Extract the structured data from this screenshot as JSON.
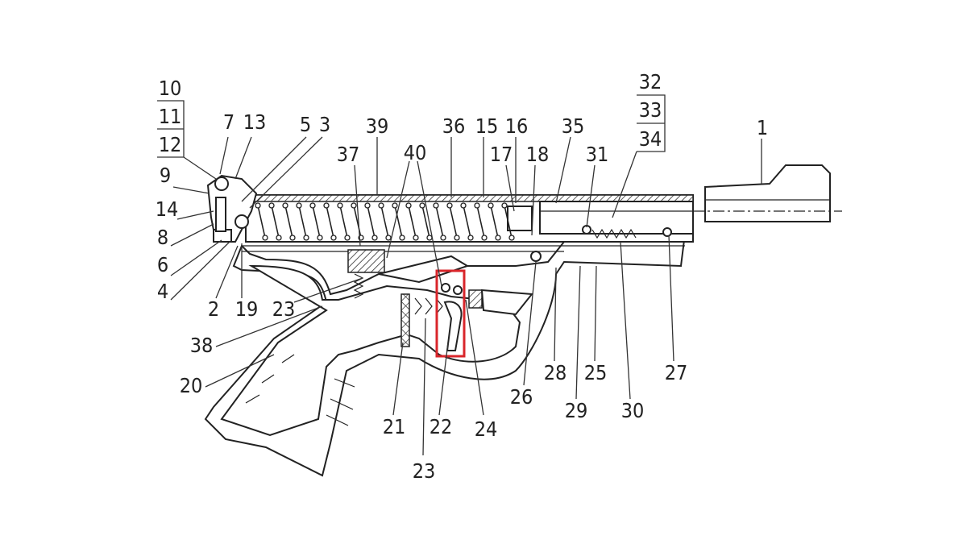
{
  "diagram": {
    "type": "cutaway-parts-diagram",
    "highlight_color": "#d9262b",
    "callouts": [
      "10",
      "11",
      "12",
      "9",
      "14",
      "8",
      "6",
      "4",
      "7",
      "13",
      "5",
      "3",
      "39",
      "37",
      "40",
      "36",
      "15",
      "16",
      "17",
      "18",
      "35",
      "31",
      "32",
      "33",
      "34",
      "1",
      "2",
      "19",
      "23",
      "38",
      "20",
      "21",
      "22",
      "24",
      "23",
      "26",
      "28",
      "25",
      "29",
      "30",
      "27"
    ]
  }
}
